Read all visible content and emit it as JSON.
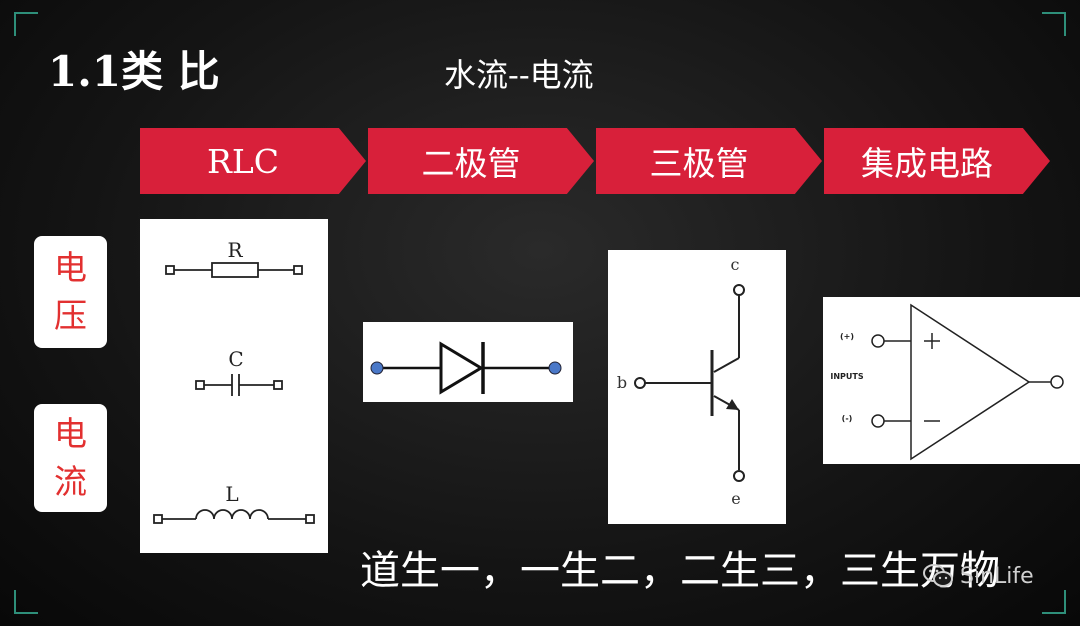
{
  "title": "1.1类 比",
  "subtitle": "水流--电流",
  "stages": [
    "RLC",
    "二极管",
    "三极管",
    "集成电路"
  ],
  "side_labels": [
    "电压",
    "电流"
  ],
  "rlc_labels": {
    "r": "R",
    "c": "C",
    "l": "L"
  },
  "bjt_labels": {
    "c": "c",
    "b": "b",
    "e": "e"
  },
  "opamp_labels": {
    "plus_in": "(+)",
    "minus_in": "(-)",
    "inputs": "INPUTS"
  },
  "motto": "道生一，一生二，二生三，三生万物",
  "watermark": "SinLife",
  "colors": {
    "arrow": "#d8203a",
    "side_text": "#e23030",
    "corner": "#2e8f7a",
    "diode_terminal": "#4a78c8"
  }
}
